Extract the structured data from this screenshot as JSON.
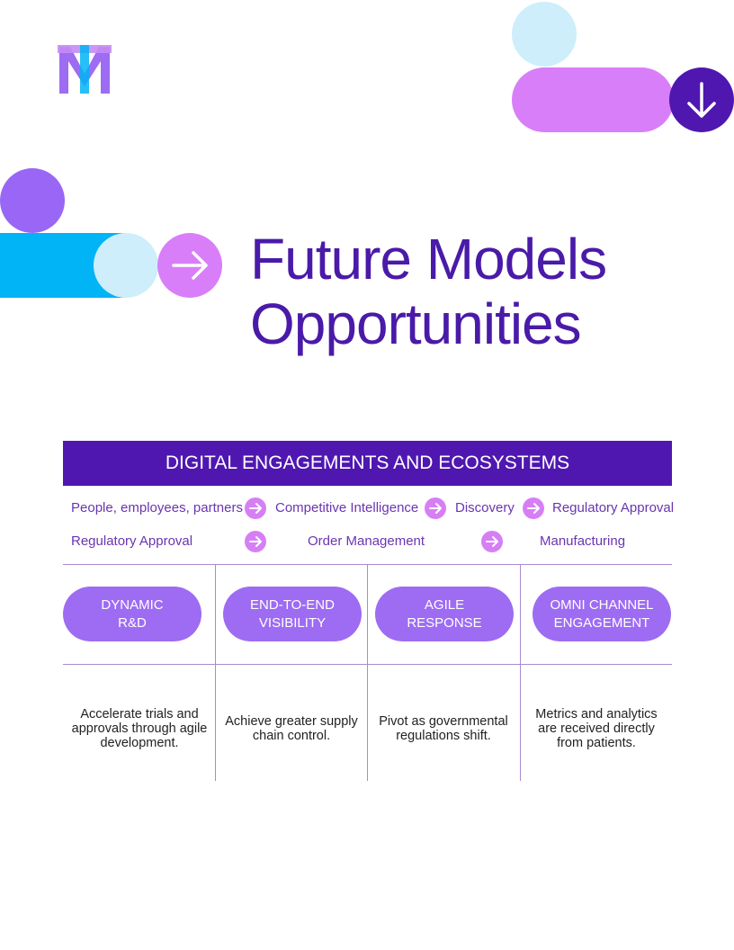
{
  "title": {
    "line1": "Future Models",
    "line2": "Opportunities"
  },
  "band": {
    "label": "DIGITAL ENGAGEMENTS AND ECOSYSTEMS"
  },
  "flow": {
    "row1": [
      "People, employees, partners",
      "Competitive Intelligence",
      "Discovery",
      "Regulatory Approval"
    ],
    "row2": [
      "Regulatory Approval",
      "Order Management",
      "Manufacturing"
    ]
  },
  "columns": [
    {
      "line1": "DYNAMIC",
      "line2": "R&D",
      "description": "Accelerate trials and approvals through agile development."
    },
    {
      "line1": "END-TO-END",
      "line2": "VISIBILITY",
      "description": "Achieve greater supply chain control."
    },
    {
      "line1": "AGILE",
      "line2": "RESPONSE",
      "description": "Pivot as governmental regulations shift."
    },
    {
      "line1": "OMNI CHANNEL",
      "line2": "ENGAGEMENT",
      "description": "Metrics and analytics are received directly from patients."
    }
  ],
  "icons": {
    "logo": "mt-logo",
    "flow_arrow": "arrow-right-icon",
    "hero_arrow": "arrow-right-icon",
    "corner_arrow": "arrow-down-icon"
  },
  "colors": {
    "title": "#4a1aa8",
    "band": "#4f17b0",
    "pill": "#9d6cf2",
    "arrow_circle": "#d67ff5",
    "dark_circle": "#4f17b0",
    "cyan": "#00b4f5",
    "light_cyan": "#cdeefa",
    "violet": "#9966f5",
    "magenta": "#d97ef9"
  }
}
